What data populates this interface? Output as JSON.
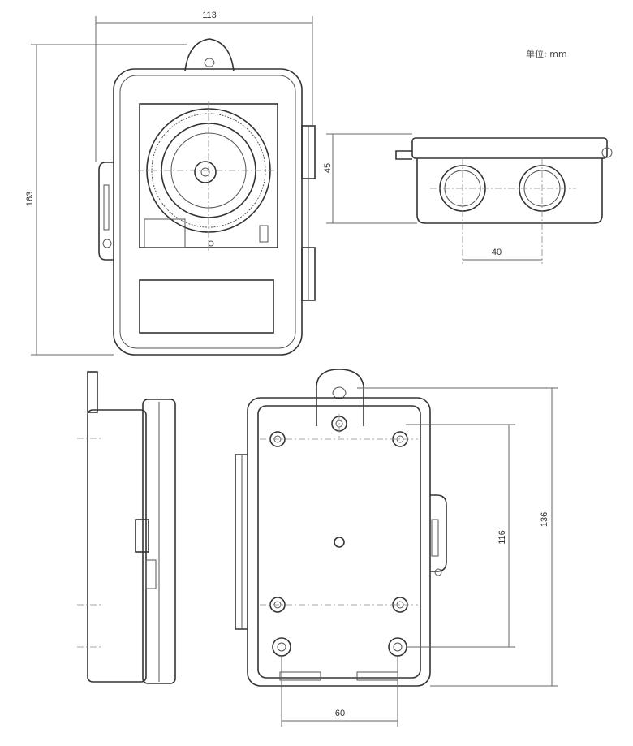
{
  "unit_label": "单位: mm",
  "dimensions": {
    "front_width": "113",
    "front_height": "163",
    "side_depth": "45",
    "knockout_spacing": "40",
    "back_height_outer": "136",
    "back_hole_spacing_vertical": "116",
    "back_hole_spacing_horizontal": "60"
  }
}
